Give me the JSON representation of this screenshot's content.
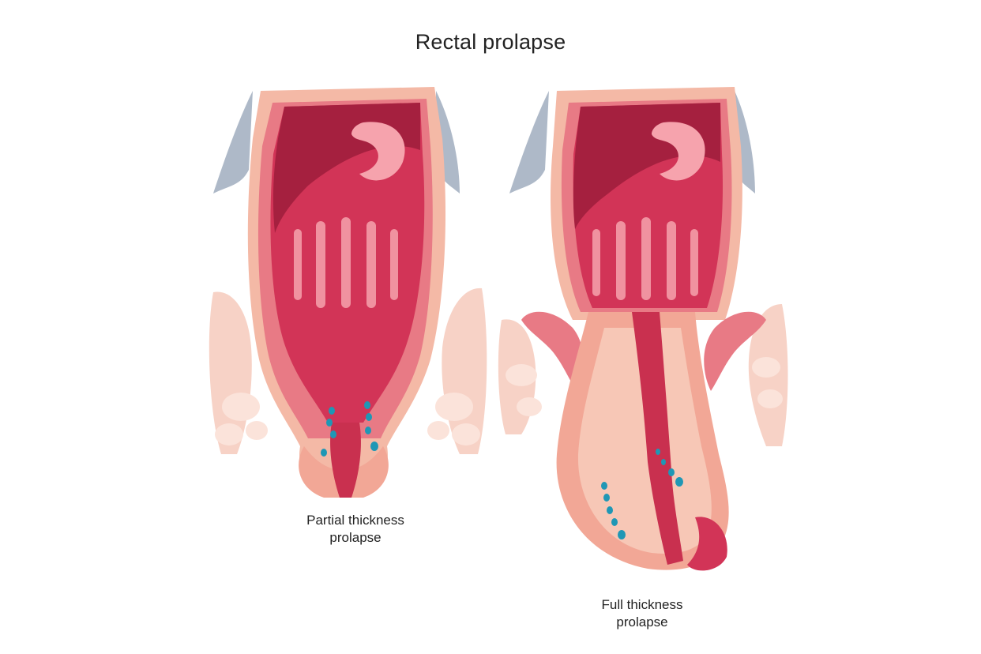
{
  "title": "Rectal prolapse",
  "panels": [
    {
      "id": "partial",
      "caption_line1": "Partial thickness",
      "caption_line2": "prolapse"
    },
    {
      "id": "full",
      "caption_line1": "Full thickness",
      "caption_line2": "prolapse"
    }
  ],
  "colors": {
    "wall_outer": "#f4b9a6",
    "wall_light": "#fbd9cc",
    "muscle": "#e87a85",
    "lumen_dark": "#a5203f",
    "lumen_mid": "#d23457",
    "fold_highlight": "#f6a3ad",
    "skin": "#f2a796",
    "vessel": "#1f97b5",
    "peritoneum": "#aeb9c8"
  }
}
